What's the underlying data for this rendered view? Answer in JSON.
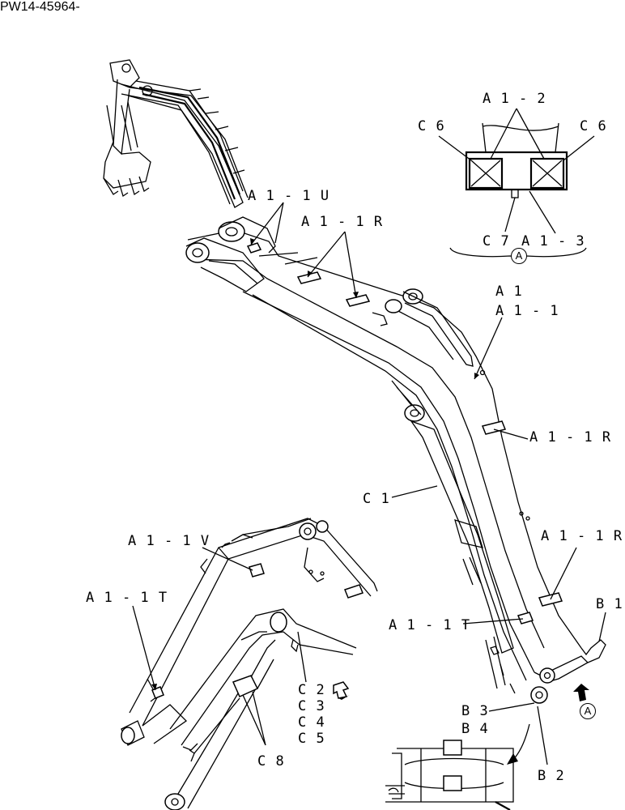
{
  "document": {
    "code": "PW14-45964-"
  },
  "callouts": {
    "a1_1u": "A 1 - 1 U",
    "a1_1r_top": "A 1 - 1 R",
    "a1": "A 1",
    "a1_1": "A 1 - 1",
    "a1_1r_mid": "A 1 - 1 R",
    "c1": "C 1",
    "a1_1r_low": "A 1 - 1 R",
    "a1_1v": "A 1 - 1 V",
    "a1_1t_left": "A 1 - 1 T",
    "a1_1t_mid": "A 1 - 1 T",
    "b1": "B 1",
    "c2": "C 2",
    "c3": "C 3",
    "c4": "C 4",
    "c5": "C 5",
    "b3": "B 3",
    "b4": "B 4",
    "c8": "C 8",
    "b2": "B 2"
  },
  "detail_view": {
    "a1_2": "A 1 - 2",
    "c6_left": "C 6",
    "c6_right": "C 6",
    "c7": "C 7",
    "a1_3": "A 1 - 3",
    "marker": "A"
  },
  "view_marker": "A",
  "icons": [
    "view-arrow-icon",
    "direction-arrow-icon",
    "detail-circle-marker-icon"
  ]
}
